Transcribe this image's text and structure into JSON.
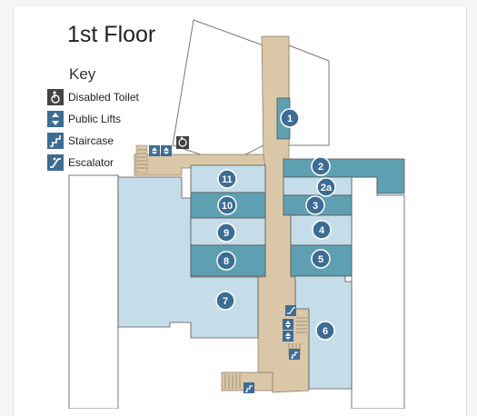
{
  "map": {
    "title": "1st Floor",
    "key_title": "Key",
    "key": [
      {
        "label": "Disabled Toilet",
        "icon": "wheelchair-icon"
      },
      {
        "label": "Public Lifts",
        "icon": "lift-icon"
      },
      {
        "label": "Staircase",
        "icon": "staircase-icon"
      },
      {
        "label": "Escalator",
        "icon": "escalator-icon"
      }
    ],
    "units": [
      "1",
      "2",
      "2a",
      "3",
      "4",
      "5",
      "6",
      "7",
      "8",
      "9",
      "10",
      "11"
    ]
  },
  "colors": {
    "unit_light": "#c5dde9",
    "unit_teal": "#5f9fb2",
    "badge": "#3d6c94",
    "corridor": "#d9c7a8",
    "icon_bg": "#3d6c94",
    "toilet_bg": "#444444",
    "outline": "#666666"
  }
}
